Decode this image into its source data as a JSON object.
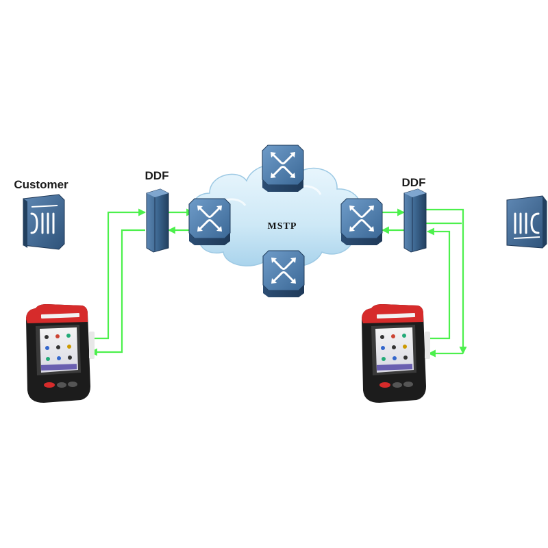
{
  "labels": {
    "customer": "Customer",
    "ddf_left": "DDF",
    "ddf_right": "DDF",
    "network": "MSTP"
  },
  "colors": {
    "link": "#4cf04c",
    "device_blue": "#3a5f88",
    "device_dark": "#28476b",
    "cloud": "#cfe9f7",
    "tester_body": "#1c1c1c",
    "tester_top": "#d62b2b"
  },
  "icons": {
    "customer_left": "customer-equipment-icon",
    "customer_right": "customer-equipment-icon",
    "ddf": "distribution-frame-icon",
    "switch": "sdh-switch-icon",
    "cloud": "network-cloud-icon",
    "tester": "handheld-tester-icon"
  }
}
